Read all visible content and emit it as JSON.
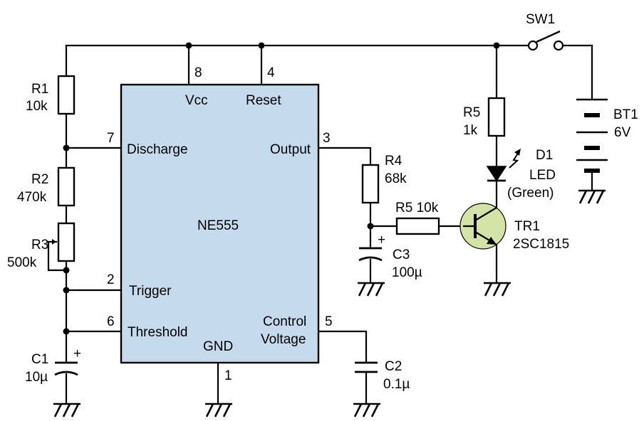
{
  "ic": {
    "name": "NE555",
    "pins": {
      "vcc": {
        "num": "8",
        "label": "Vcc"
      },
      "reset": {
        "num": "4",
        "label": "Reset"
      },
      "discharge": {
        "num": "7",
        "label": "Discharge"
      },
      "output": {
        "num": "3",
        "label": "Output"
      },
      "trigger": {
        "num": "2",
        "label": "Trigger"
      },
      "threshold": {
        "num": "6",
        "label": "Threshold"
      },
      "control": {
        "num": "5",
        "label_line1": "Control",
        "label_line2": "Voltage"
      },
      "gnd": {
        "num": "1",
        "label": "GND"
      }
    }
  },
  "components": {
    "r1": {
      "ref": "R1",
      "value": "10k"
    },
    "r2": {
      "ref": "R2",
      "value": "470k"
    },
    "r3": {
      "ref": "R3",
      "value": "500k"
    },
    "c1": {
      "ref": "C1",
      "value": "10µ",
      "polarity": "+"
    },
    "c2": {
      "ref": "C2",
      "value": "0.1µ"
    },
    "r4": {
      "ref": "R4",
      "value": "68k"
    },
    "c3": {
      "ref": "C3",
      "value": "100µ",
      "polarity": "+"
    },
    "r5_base": {
      "label": "R5 10k"
    },
    "r5_led": {
      "ref": "R5",
      "value": "1k"
    },
    "d1": {
      "ref": "D1",
      "type": "LED",
      "color": "(Green)"
    },
    "tr1": {
      "ref": "TR1",
      "part": "2SC1815"
    },
    "sw1": {
      "ref": "SW1"
    },
    "bt1": {
      "ref": "BT1",
      "value": "6V"
    }
  },
  "colors": {
    "ic_fill": "#c6daed",
    "transistor_fill": "#d3e4a6",
    "wire": "#000000"
  }
}
